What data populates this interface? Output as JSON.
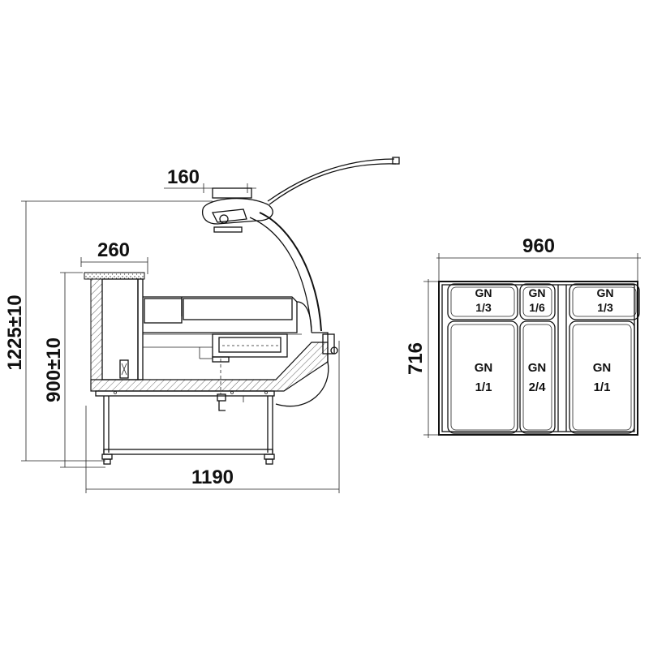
{
  "side_view": {
    "dim_top_lamp": "160",
    "dim_top_shelf": "260",
    "dim_total_height": "1225±10",
    "dim_counter_height": "900±10",
    "dim_total_width": "1190"
  },
  "top_view": {
    "dim_width": "960",
    "dim_depth": "716",
    "containers": [
      {
        "line1": "GN",
        "line2": "1/3"
      },
      {
        "line1": "GN",
        "line2": "1/6"
      },
      {
        "line1": "GN",
        "line2": "1/3"
      },
      {
        "line1": "GN",
        "line2": "1/1"
      },
      {
        "line1": "GN",
        "line2": "2/4"
      },
      {
        "line1": "GN",
        "line2": "1/1"
      }
    ]
  }
}
